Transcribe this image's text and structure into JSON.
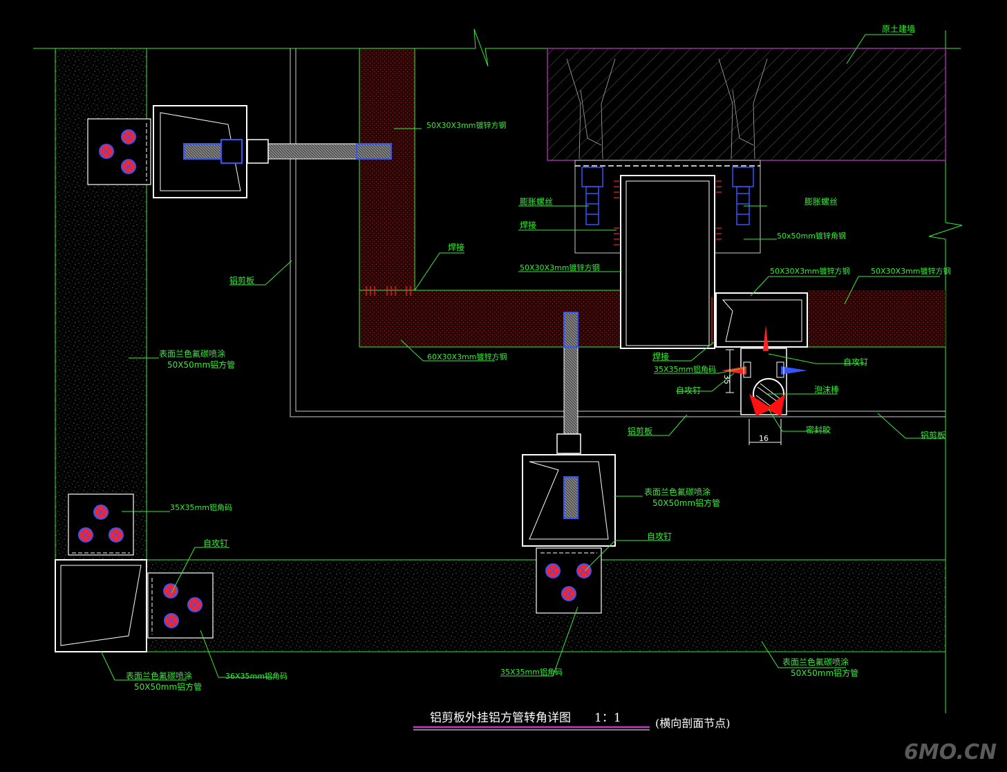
{
  "title": {
    "main": "铝剪板外挂铝方管转角详图",
    "scale": "1：1",
    "sub": "(横向剖面节点)"
  },
  "labels": {
    "wall": "原土建墙",
    "steel_50x30_top": "50X30X3mm镀锌方钢",
    "expansion_bolt_left": "膨胀螺丝",
    "expansion_bolt_right": "膨胀螺丝",
    "weld_1": "焊接",
    "weld_2": "焊接",
    "weld_3": "焊接",
    "angle_50x50": "50x50mm镀锌角钢",
    "steel_50x30_mid": "50X30X3mm镀锌方钢",
    "steel_50x30_cap": "50X30X3mm镀锌方钢",
    "steel_50x30_right": "50X30X3mm镀锌方钢",
    "aluminum_panel_1": "铝剪板",
    "aluminum_panel_2": "铝剪板",
    "aluminum_panel_3": "铝剪板",
    "tube_left_line1": "表面兰色氟碳喷涂",
    "tube_left_line2": "50X50mm铝方管",
    "steel_60x30": "60X30X3mm镀锌方钢",
    "angle_35_mid": "35X35mm铝角码",
    "screw_1": "自攻钉",
    "screw_2": "自攻钉",
    "foam_rod": "泡沫棒",
    "sealant": "密封胶",
    "tube_mid_line1": "表面兰色氟碳喷涂",
    "tube_mid_line2": "50X50mm铝方管",
    "screw_3": "自攻钉",
    "angle_35_left": "35X35mm铝角码",
    "screw_4": "自攻钉",
    "angle_35_bottom": "36X35mm铝角码",
    "angle_35_center": "35X35mm铝角码",
    "tube_bl_line1": "表面兰色氟碳喷涂",
    "tube_bl_line2": "50X50mm铝方管",
    "tube_br_line1": "表面兰色氟碳喷涂",
    "tube_br_line2": "50X50mm铝方管"
  },
  "dimensions": {
    "d35": "35",
    "d16": "16"
  },
  "watermark": "6MO.CN",
  "colors": {
    "line": "#33ee33",
    "text": "#33ee33",
    "outline": "#ffffff",
    "wall_hatch": "#cc33cc",
    "steel_fill": "#3a0808",
    "bolt": "#3355ff",
    "screw_red": "#ff2222",
    "sealant": "#ff1111",
    "underline": "#cc33cc"
  }
}
